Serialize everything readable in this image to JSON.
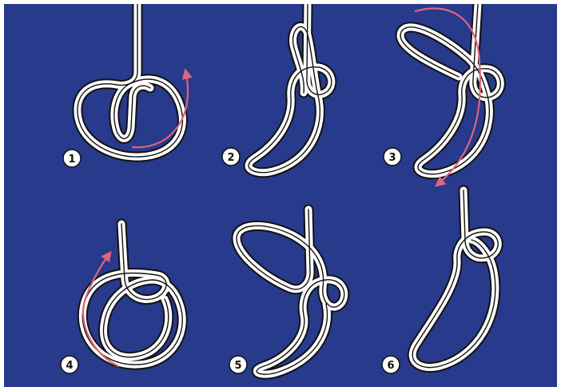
{
  "steps": [
    {
      "number": "1"
    },
    {
      "number": "2"
    },
    {
      "number": "3"
    },
    {
      "number": "4"
    },
    {
      "number": "5"
    },
    {
      "number": "6"
    }
  ],
  "colors": {
    "background": "#283a8b",
    "rope": "#ffffff",
    "rope_outline": "#111111",
    "arrow": "#e0637d"
  }
}
